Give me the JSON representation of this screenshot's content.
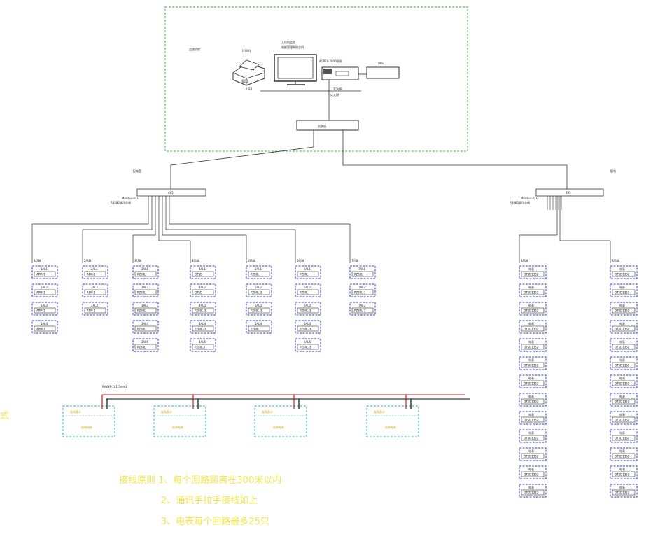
{
  "control_room": {
    "label": "监控机房",
    "printer_label": "打印机",
    "printer_sub": "USB",
    "monitor_label": "上位机监控",
    "monitor_sub": "电能管理系统主机",
    "gateway_label": "ACREL-2000网关",
    "ups_label": "UPS",
    "tcpip_label": "TCP/IP",
    "tcpip_sub": "以太网",
    "switch_label": "交换机"
  },
  "left_branch": {
    "label": "配电室",
    "bus_label": "485",
    "bus_sub1": "Modbus-RTU",
    "bus_sub2": "RS485通讯总线",
    "groups": [
      {
        "label": "1回路",
        "cells": [
          [
            "1AL1",
            "APM-1"
          ],
          [
            "1AL2",
            "APM-1"
          ],
          [
            "1AL3",
            "APM-1"
          ],
          [
            "1AL4",
            "APM-1"
          ]
        ]
      },
      {
        "label": "2回路",
        "cells": [
          [
            "2AL1",
            "APM-1"
          ],
          [
            "2AL2",
            "APM-1"
          ],
          [
            "2AL3",
            "APM-1"
          ]
        ]
      },
      {
        "label": "3回路",
        "cells": [
          [
            "3AL1",
            "PZ80L"
          ],
          [
            "3AL2",
            "PZ80L"
          ],
          [
            "3AL3",
            "PZ80L"
          ],
          [
            "3AL4",
            "PZ80L"
          ],
          [
            "3AL5",
            "PZ80L"
          ]
        ]
      },
      {
        "label": "4回路",
        "cells": [
          [
            "4AL1",
            "DTSD"
          ],
          [
            "4AL2",
            "DTSD"
          ],
          [
            "4AL3",
            "PZ80L-3"
          ],
          [
            "4AL4",
            "PZ80L-3"
          ],
          [
            "4AL5",
            "PZ80L-T"
          ]
        ]
      },
      {
        "label": "5回路",
        "cells": [
          [
            "5AL1",
            "PZ80L"
          ],
          [
            "5AL2",
            "PZ80L-3"
          ],
          [
            "5AL3",
            "PZ80L-3"
          ],
          [
            "5AL4",
            "PZ80L"
          ]
        ]
      },
      {
        "label": "6回路",
        "cells": [
          [
            "6AL1",
            "PZ80L"
          ],
          [
            "6AL2",
            "PZ80L"
          ],
          [
            "6AL3",
            "PZ80L-3"
          ],
          [
            "6AL4",
            "PZ80L-3"
          ],
          [
            "6AL5",
            "PZ80L-3"
          ]
        ]
      },
      {
        "label": "7回路",
        "cells": [
          [
            "7AL1",
            "PZ80L"
          ],
          [
            "7AL2",
            "PZ80L-3"
          ],
          [
            "7AL3",
            "PZ80L-3"
          ]
        ]
      }
    ]
  },
  "right_branch": {
    "label": "配电",
    "bus_label": "485",
    "bus_sub1": "Modbus-RTU",
    "bus_sub2": "RS485通讯总线",
    "groups": [
      {
        "label": "1回路",
        "cells": [
          [
            "电表",
            "DTSD1352"
          ],
          [
            "电表",
            "DTSD1352"
          ],
          [
            "电表",
            "DTSD1352"
          ],
          [
            "电表",
            "DTSD1352"
          ],
          [
            "电表",
            "DTSD1352"
          ],
          [
            "电表",
            "DTSD1352"
          ],
          [
            "电表",
            "DTSD1352"
          ],
          [
            "电表",
            "DTSD1352"
          ],
          [
            "电表",
            "DTSD1352"
          ],
          [
            "电表",
            "DTSD1352"
          ],
          [
            "电表",
            "DTSD1352"
          ],
          [
            "电表",
            "DTSD1352"
          ],
          [
            "电表",
            "DTSD1352"
          ]
        ]
      },
      {
        "label": "2回路",
        "cells": [
          [
            "电表",
            "DTSD1352"
          ],
          [
            "电表",
            "DTSD1352"
          ],
          [
            "电表",
            "DTSD1352"
          ],
          [
            "电表",
            "DTSD1352"
          ],
          [
            "电表",
            "DTSD1352"
          ],
          [
            "电表",
            "DTSD1352"
          ],
          [
            "电表",
            "DTSD1352"
          ],
          [
            "电表",
            "DTSD1352"
          ],
          [
            "电表",
            "DTSD1352"
          ],
          [
            "电表",
            "DTSD1352"
          ],
          [
            "电表",
            "DTSD1352"
          ],
          [
            "电表",
            "DTSD1352"
          ],
          [
            "电表",
            "DTSD1352"
          ]
        ]
      }
    ]
  },
  "field_bus": {
    "cable_label": "RVVSP-2x1.5mm2",
    "side_label": "式",
    "boxes": [
      {
        "top": "现场表计",
        "bottom": "现场电表"
      },
      {
        "top": "现场表计",
        "bottom": "现场电表"
      },
      {
        "top": "现场表计",
        "bottom": "现场电表"
      },
      {
        "top": "现场表计",
        "bottom": "现场电表"
      }
    ]
  },
  "notes": [
    "接线原则 1、每个回路距离在300米以内",
    "2、通讯手拉手接线如上",
    "3、电表每个回路最多25只"
  ],
  "colors": {
    "dashed_green": "#3cb43c",
    "cyan": "#27b8c8",
    "blue": "#3341d6",
    "note_yellow": "#f2e64a",
    "red": "#d81818"
  }
}
